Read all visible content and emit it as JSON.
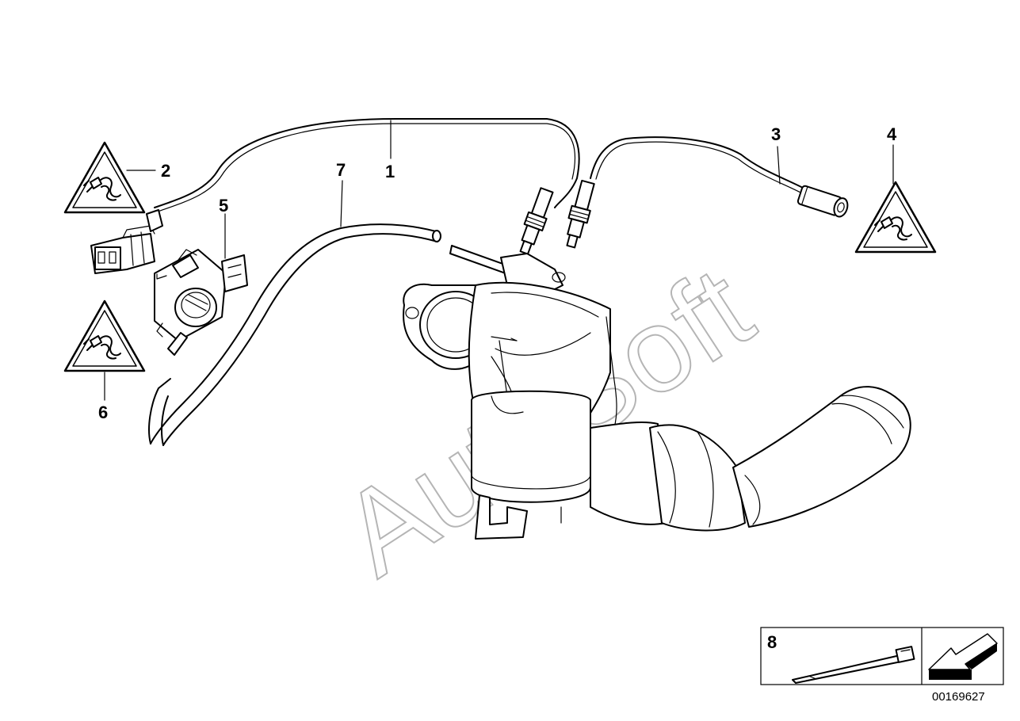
{
  "diagram": {
    "callouts": [
      {
        "id": "1",
        "label": "1"
      },
      {
        "id": "2",
        "label": "2"
      },
      {
        "id": "3",
        "label": "3"
      },
      {
        "id": "4",
        "label": "4"
      },
      {
        "id": "5",
        "label": "5"
      },
      {
        "id": "6",
        "label": "6"
      },
      {
        "id": "7",
        "label": "7"
      },
      {
        "id": "8",
        "label": "8"
      }
    ],
    "watermark": "AutoSoft",
    "document_number": "00169627",
    "icons": {
      "warning": "electrical-connector-warning-icon",
      "arrow": "direction-arrow-icon"
    }
  }
}
